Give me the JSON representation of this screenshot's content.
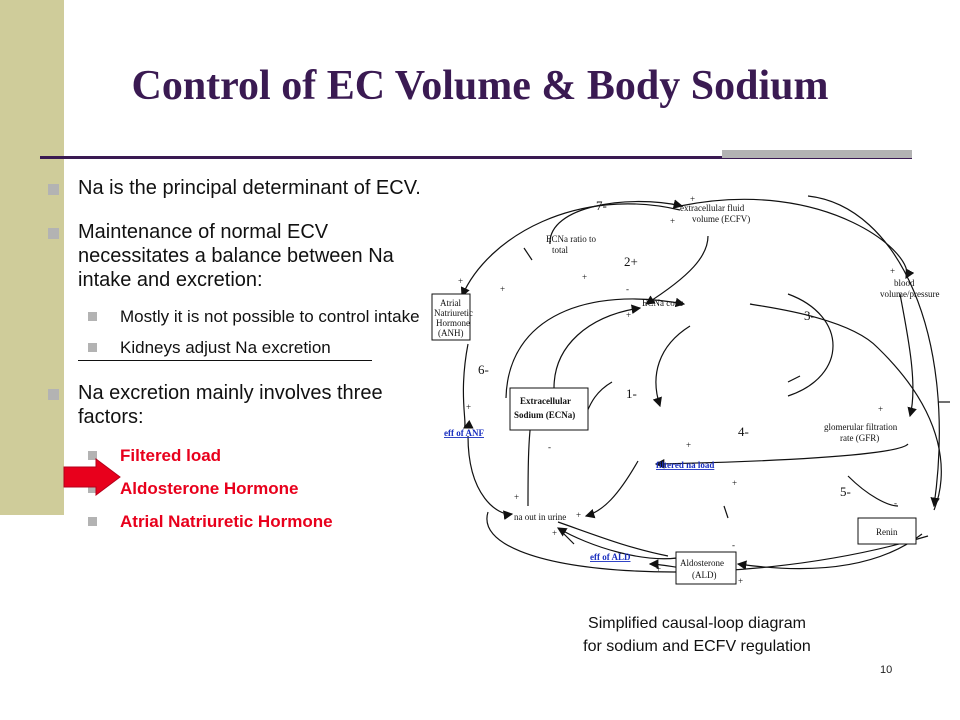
{
  "slide": {
    "title": "Control of EC Volume & Body Sodium",
    "page_number": "10"
  },
  "bullets": {
    "b1": "Na is the principal determinant of ECV.",
    "b2": "Maintenance of normal ECV necessitates a balance between Na intake and excretion:",
    "b2_sub1": "Mostly it is not possible to control intake",
    "b2_sub2": "Kidneys adjust Na excretion",
    "b3": "Na excretion mainly involves three factors:",
    "b3_sub1": "Filtered load",
    "b3_sub2": "Aldosterone Hormone",
    "b3_sub3": "Atrial Natriuretic Hormone"
  },
  "diagram": {
    "caption_line1": "Simplified causal-loop diagram",
    "caption_line2": "for sodium and ECFV regulation",
    "nodes": {
      "ecfv_1": "extracellular fluid",
      "ecfv_2": "volume (ECFV)",
      "ratio_1": "ECNa ratio to",
      "ratio_2": "total",
      "anh_1": "Atrial",
      "anh_2": "Natriuretic",
      "anh_3": "Hormone",
      "anh_4": "(ANH)",
      "ecna_conc": "ECNa conc",
      "bvp_1": "blood",
      "bvp_2": "volume/pressure",
      "ecna_1": "Extracellular",
      "ecna_2": "Sodium (ECNa)",
      "eff_anf": "eff of ANF",
      "gfr_1": "glomerular filtration",
      "gfr_2": "rate (GFR)",
      "filtered_load": "filtered na load",
      "na_out": "na out in urine",
      "renin": "Renin",
      "eff_ald": "eff of ALD",
      "ald_1": "Aldosterone",
      "ald_2": "(ALD)"
    },
    "loops": {
      "l1": "1-",
      "l2": "2+",
      "l3": "3-",
      "l4": "4-",
      "l5": "5-",
      "l6": "6-",
      "l7": "7-"
    },
    "plus": "+",
    "minus": "-"
  },
  "colors": {
    "title": "#3a1a52",
    "sidebar": "#cfcc9a",
    "accent_gray": "#b3b3b3",
    "highlight_red": "#e8001c",
    "link_blue": "#1a2fbf"
  }
}
